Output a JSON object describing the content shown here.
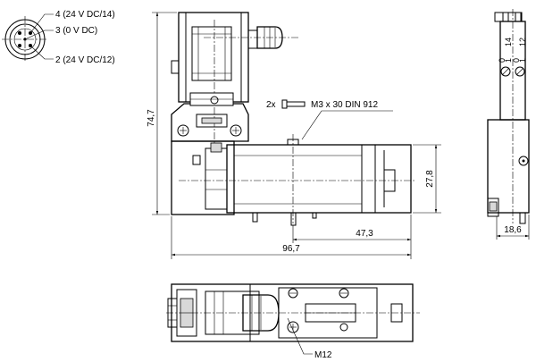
{
  "connector_pins": {
    "pin4": "4 (24 V DC/14)",
    "pin3": "3 (0 V DC)",
    "pin2": "2 (24 V DC/12)"
  },
  "dimensions": {
    "height": "74,7",
    "body_height": "27,8",
    "half_length": "47,3",
    "total_length": "96,7",
    "width": "18,6"
  },
  "screw_callout": {
    "qty": "2x",
    "spec": "M3 x 30 DIN 912"
  },
  "thread_label": "M12",
  "side_view_labels": {
    "label_14": "14",
    "label_12": "12",
    "label_0a": "0",
    "label_1a": "1",
    "label_0b": "0",
    "label_1b": "1"
  }
}
